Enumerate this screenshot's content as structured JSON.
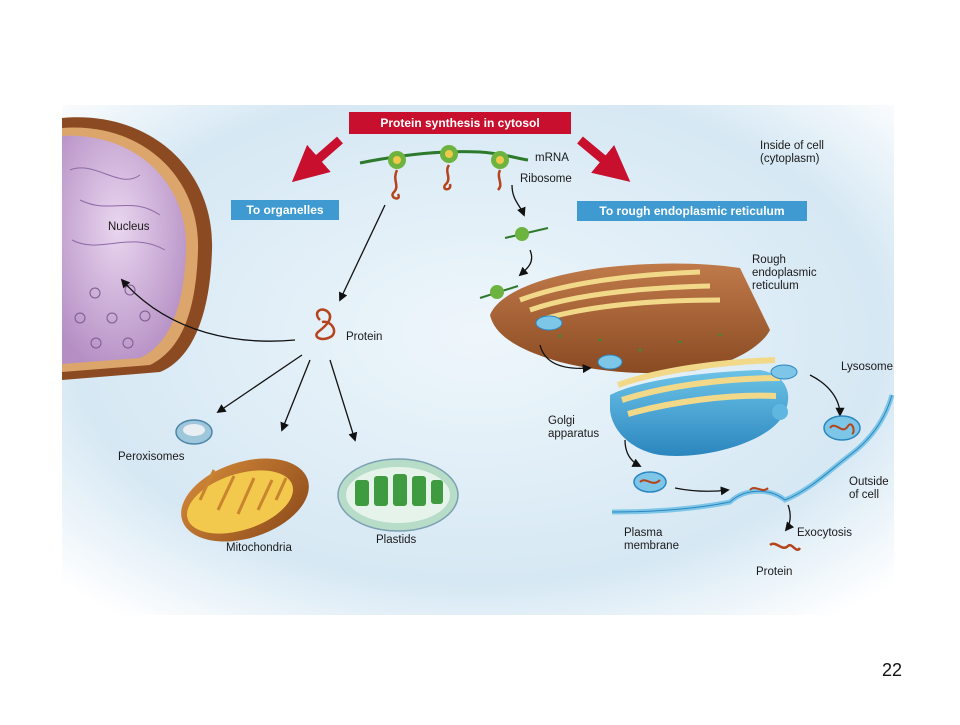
{
  "banners": {
    "synthesis": "Protein synthesis in cytosol",
    "organelles": "To organelles",
    "rough_er": "To rough endoplasmic reticulum"
  },
  "labels": {
    "mrna": "mRNA",
    "ribosome": "Ribosome",
    "inside_cell_1": "Inside of cell",
    "inside_cell_2": "(cytoplasm)",
    "nucleus": "Nucleus",
    "protein_center": "Protein",
    "peroxisomes": "Peroxisomes",
    "mitochondria": "Mitochondria",
    "plastids": "Plastids",
    "rough_er_1": "Rough",
    "rough_er_2": "endoplasmic",
    "rough_er_3": "reticulum",
    "lysosome": "Lysosome",
    "golgi_1": "Golgi",
    "golgi_2": "apparatus",
    "outside_1": "Outside",
    "outside_2": "of cell",
    "exocytosis": "Exocytosis",
    "plasma_1": "Plasma",
    "plasma_2": "membrane",
    "protein_bottom": "Protein"
  },
  "page_number": "22",
  "colors": {
    "red_banner": "#c8102e",
    "blue_banner": "#3e9ad1",
    "background_wash": "#dcebf5",
    "protein": "#b5441c",
    "ribosome": "#6db33f",
    "mrna": "#2d7a2d"
  }
}
